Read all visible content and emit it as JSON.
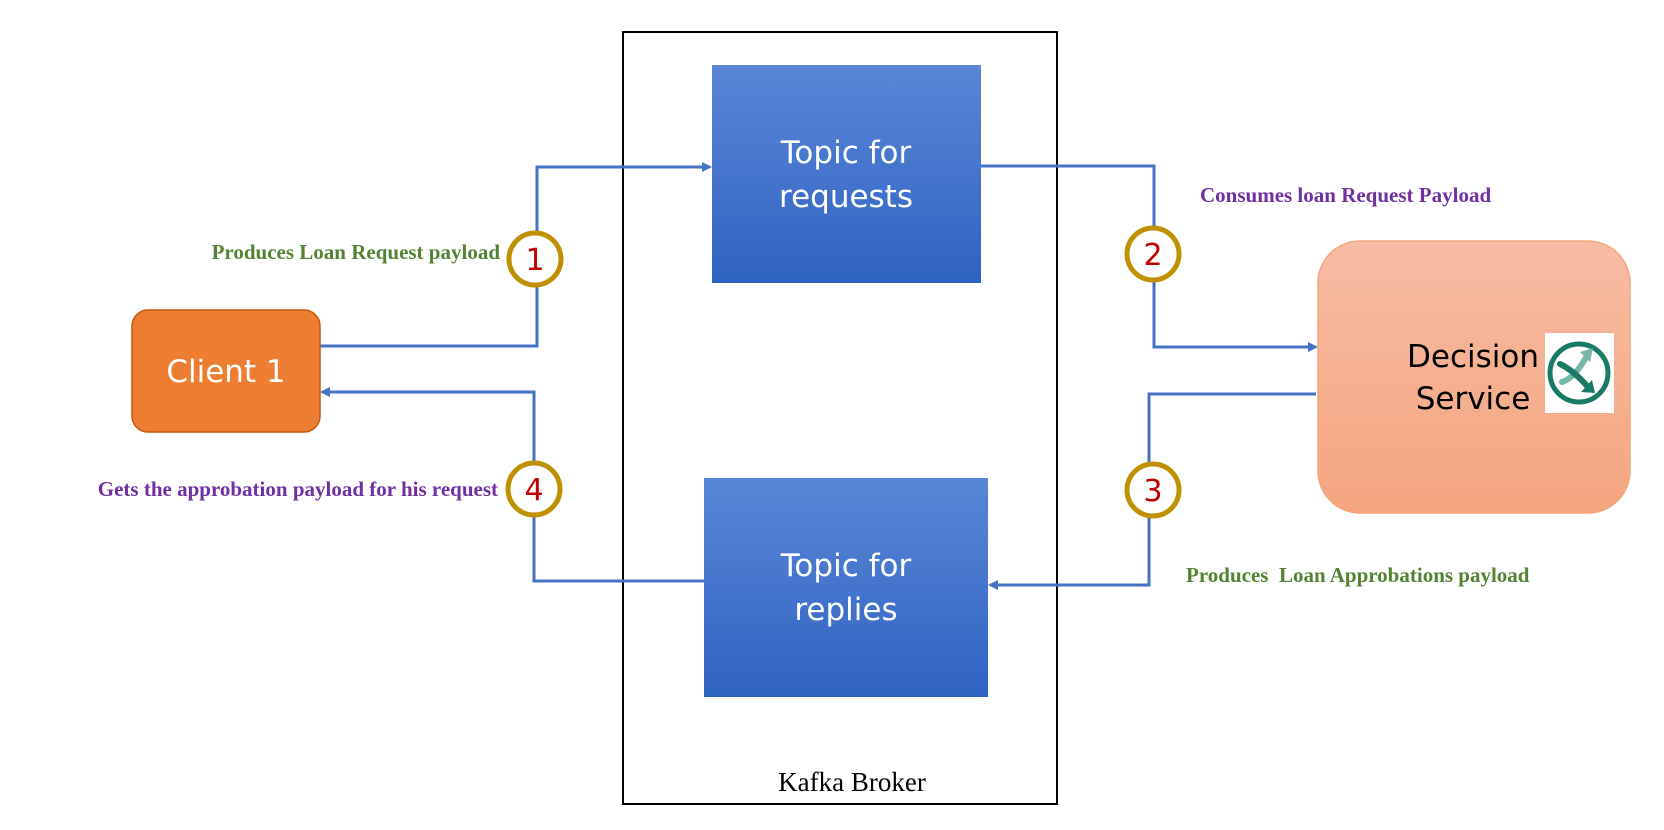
{
  "broker": {
    "label": "Kafka Broker"
  },
  "nodes": {
    "client": {
      "label": "Client 1"
    },
    "request_topic": {
      "line1": "Topic for",
      "line2": "requests"
    },
    "reply_topic": {
      "line1": "Topic for",
      "line2": "replies"
    },
    "decision_service": {
      "line1": "Decision",
      "line2": "Service",
      "icon": "decision-logo-icon"
    }
  },
  "steps": [
    {
      "number": "1",
      "label": "Produces Loan Request payload",
      "label_color": "#548235"
    },
    {
      "number": "2",
      "label": "Consumes loan Request Payload",
      "label_color": "#7030a0"
    },
    {
      "number": "3",
      "label": "Produces  Loan Approbations payload",
      "label_color": "#548235"
    },
    {
      "number": "4",
      "label": "Gets the approbation payload for his request",
      "label_color": "#7030a0"
    }
  ],
  "colors": {
    "arrow": "#4472c4",
    "client_fill": "#ed7d31",
    "topic_fill_top": "#5a86d6",
    "topic_fill_bottom": "#2f63c2",
    "service_fill_top": "#f7bca4",
    "service_fill_bottom": "#f4a57f",
    "step_circle": "#bf9000",
    "step_number": "#c00000"
  }
}
